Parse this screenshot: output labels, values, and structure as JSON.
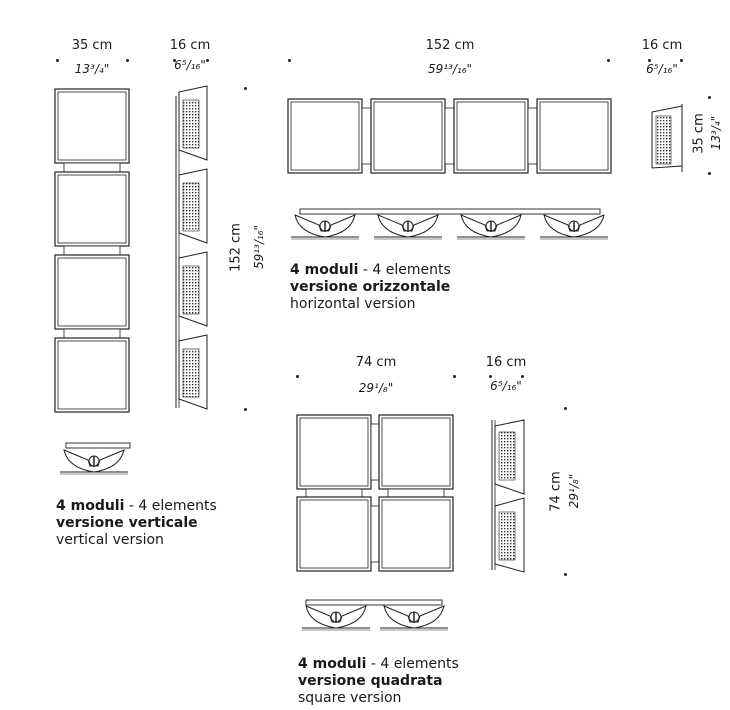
{
  "vertical": {
    "width_cm": "35 cm",
    "width_in": "13³/₄\"",
    "depth_cm": "16 cm",
    "depth_in": "6⁵/₁₆\"",
    "height_cm": "152 cm",
    "height_in": "59¹³/₁₆\"",
    "caption_title": "4 moduli",
    "caption_sep": " - ",
    "caption_elements": "4 elements",
    "caption_version_it": "versione verticale",
    "caption_version_en": "vertical version"
  },
  "horizontal": {
    "width_cm": "152 cm",
    "width_in": "59¹³/₁₆\"",
    "depth_cm": "16 cm",
    "depth_in": "6⁵/₁₆\"",
    "height_cm": "35 cm",
    "height_in": "13³/₄\"",
    "caption_title": "4 moduli",
    "caption_sep": " - ",
    "caption_elements": "4 elements",
    "caption_version_it": "versione orizzontale",
    "caption_version_en": "horizontal version"
  },
  "square": {
    "width_cm": "74 cm",
    "width_in": "29¹/₈\"",
    "depth_cm": "16 cm",
    "depth_in": "6⁵/₁₆\"",
    "height_cm": "74 cm",
    "height_in": "29¹/₈\"",
    "caption_title": "4 moduli",
    "caption_sep": " - ",
    "caption_elements": "4 elements",
    "caption_version_it": "versione quadrata",
    "caption_version_en": "square version"
  }
}
